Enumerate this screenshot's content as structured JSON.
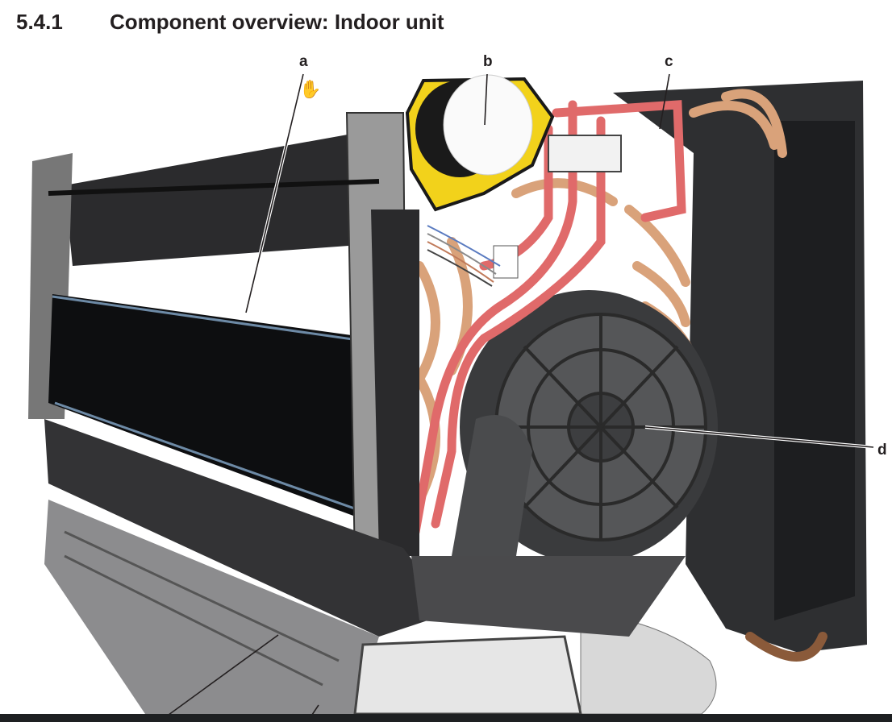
{
  "section": {
    "number": "5.4.1",
    "title": "Component overview: Indoor unit"
  },
  "figure": {
    "callouts": [
      {
        "id": "a"
      },
      {
        "id": "b"
      },
      {
        "id": "c"
      },
      {
        "id": "d"
      }
    ]
  },
  "colors": {
    "pipe_red": "#e06a6a",
    "copper": "#d9a27a",
    "bracket_yellow": "#f2d21b",
    "body_dark": "#2a2a2c"
  }
}
